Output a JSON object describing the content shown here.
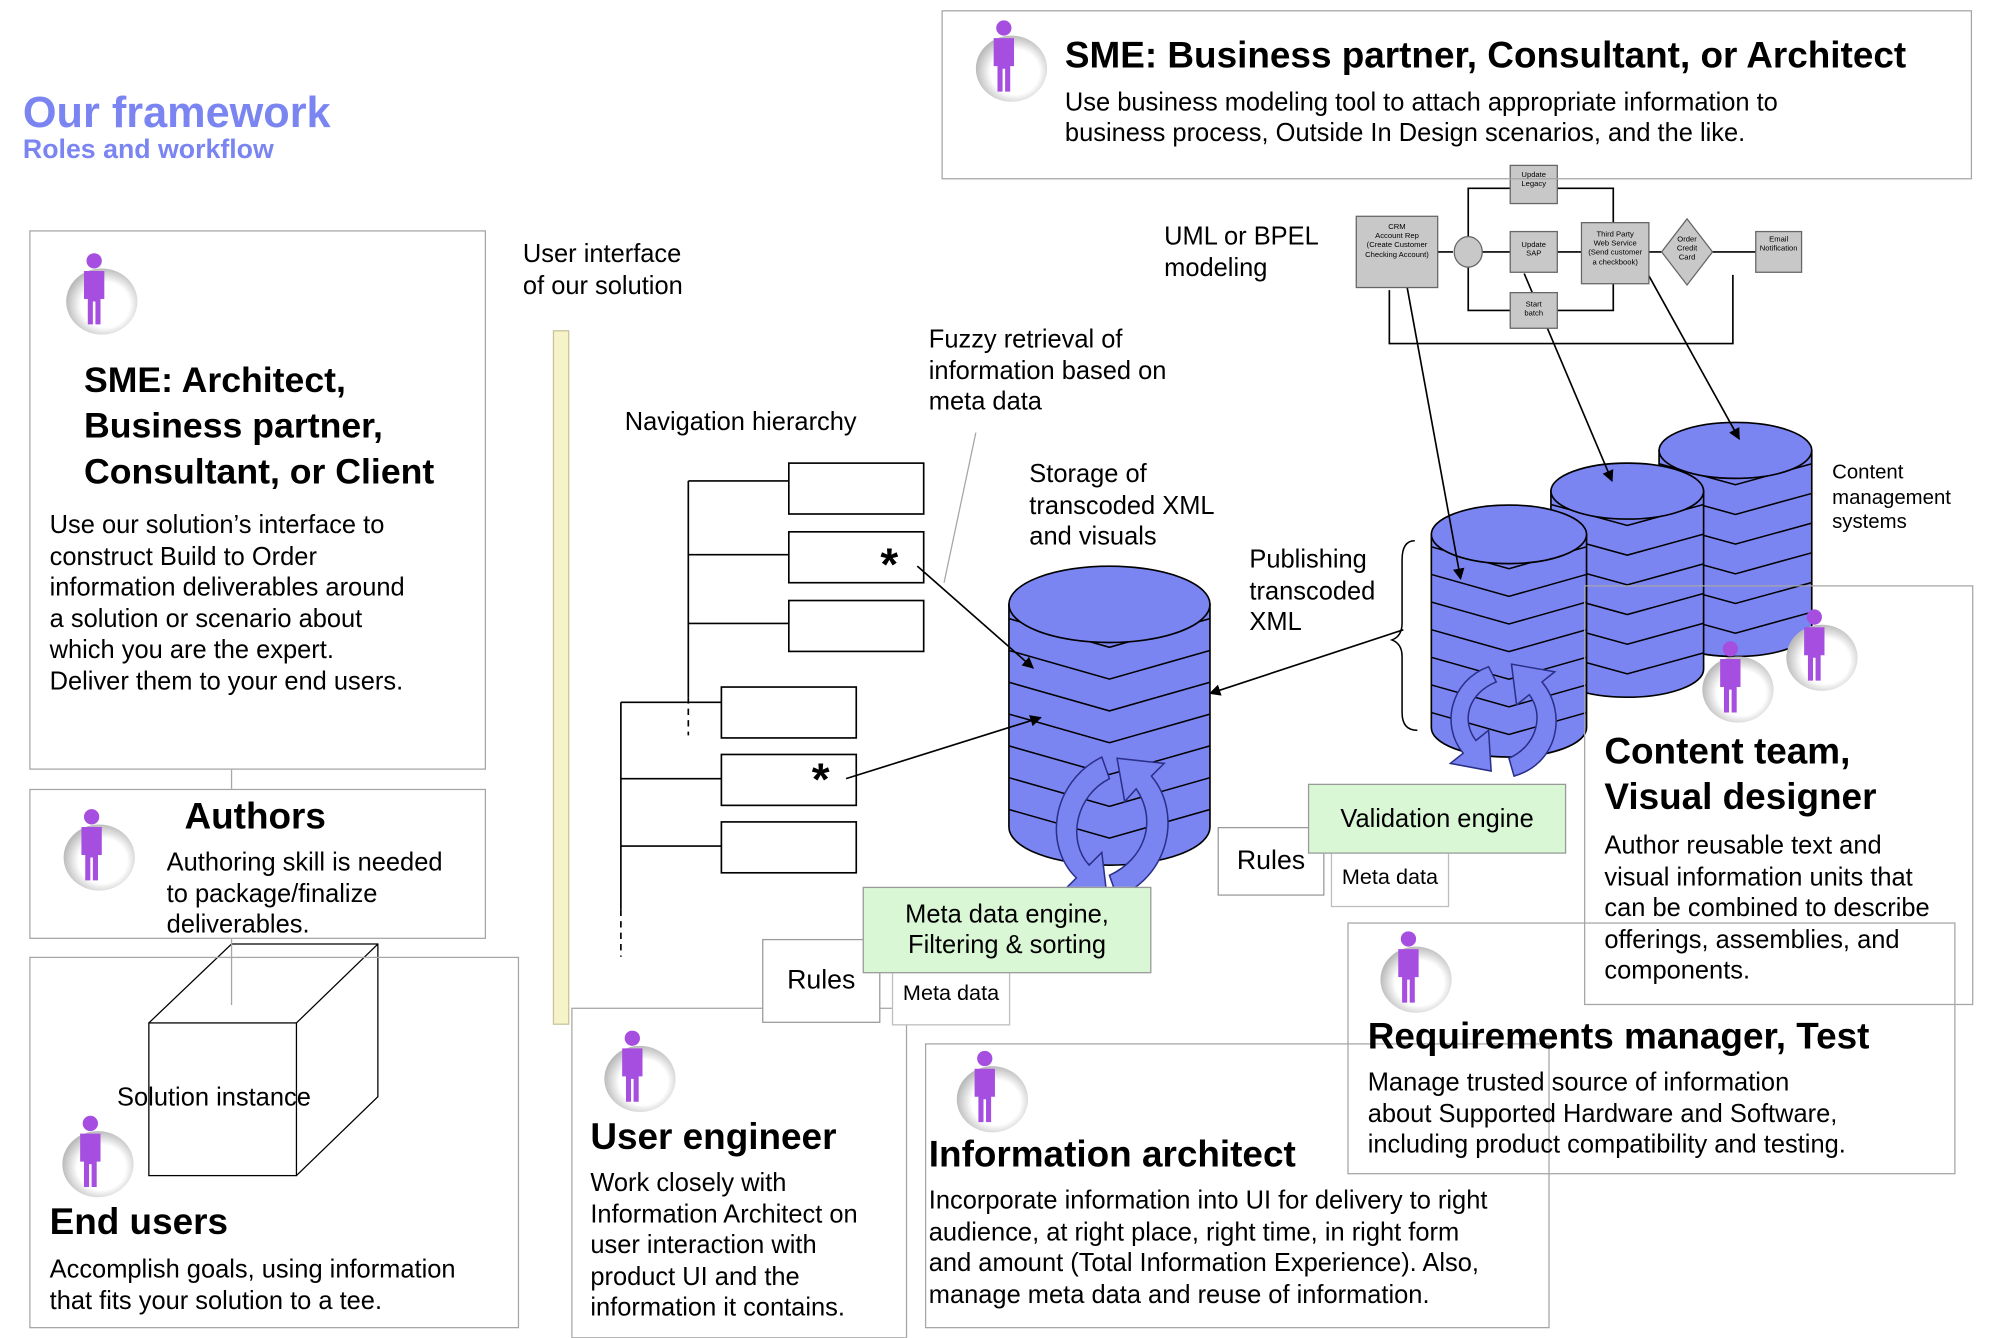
{
  "title": "Our framework",
  "subtitle": "Roles and workflow",
  "roles": {
    "sme_top": {
      "heading": "SME: Business partner, Consultant, or Architect",
      "body": "Use business modeling tool to attach appropriate information to\nbusiness process, Outside In Design scenarios, and the like."
    },
    "sme_left": {
      "heading": "SME: Architect,\nBusiness partner,\nConsultant, or Client",
      "body": "Use our solution’s interface to\nconstruct Build to Order\ninformation deliverables around\na solution or scenario about\nwhich you are the expert.\nDeliver them to your end users."
    },
    "authors": {
      "heading": "Authors",
      "body": "Authoring skill is needed\nto package/finalize\ndeliverables."
    },
    "end_users": {
      "heading": "End users",
      "body": "Accomplish goals, using information\nthat fits your solution to a tee."
    },
    "user_engineer": {
      "heading": "User engineer",
      "body": "Work closely with\nInformation Architect on\nuser interaction with\nproduct UI and the\ninformation it contains."
    },
    "info_architect": {
      "heading": "Information architect",
      "body": "Incorporate information into UI for delivery to right\naudience, at right place, right time, in right form\nand amount (Total Information Experience). Also,\nmanage meta data and reuse of information."
    },
    "content_team": {
      "heading": "Content team,\nVisual designer",
      "body": "Author reusable text and\nvisual information units that\ncan be combined to describe\nofferings, assemblies, and\ncomponents."
    },
    "req_manager": {
      "heading": "Requirements manager, Test",
      "body": "Manage trusted source of information\nabout Supported Hardware and Software,\nincluding product compatibility and testing."
    }
  },
  "labels": {
    "solution_instance": "Solution instance",
    "user_interface": "User interface\nof our solution",
    "navigation": "Navigation hierarchy",
    "fuzzy": "Fuzzy retrieval of\ninformation based on\nmeta data",
    "storage": "Storage of\ntranscoded XML\nand visuals",
    "publishing": "Publishing\ntranscoded\nXML",
    "uml": "UML or BPEL\nmodeling",
    "cms": "Content\nmanagement\nsystems",
    "star": "*"
  },
  "engines": {
    "meta_engine": "Meta data engine,\nFiltering & sorting",
    "validation_engine": "Validation engine",
    "rules": "Rules",
    "meta_data": "Meta data"
  },
  "flowchart": {
    "crm": "CRM\nAccount Rep\n(Create Customer\nChecking Account)",
    "update_legacy": "Update\nLegacy",
    "update_sap": "Update\nSAP",
    "start_batch": "Start\nbatch",
    "third_party": "Third Party\nWeb Service\n(Send customer\na checkbook)",
    "order_credit": "Order\nCredit\nCard",
    "email": "Email\nNotification"
  },
  "colors": {
    "title": "#7b85f2",
    "database_fill": "#7b85f2",
    "engine_fill": "#d9f7d4",
    "person_icon": "#a64ee0",
    "ui_bar": "#f6f3c9"
  }
}
